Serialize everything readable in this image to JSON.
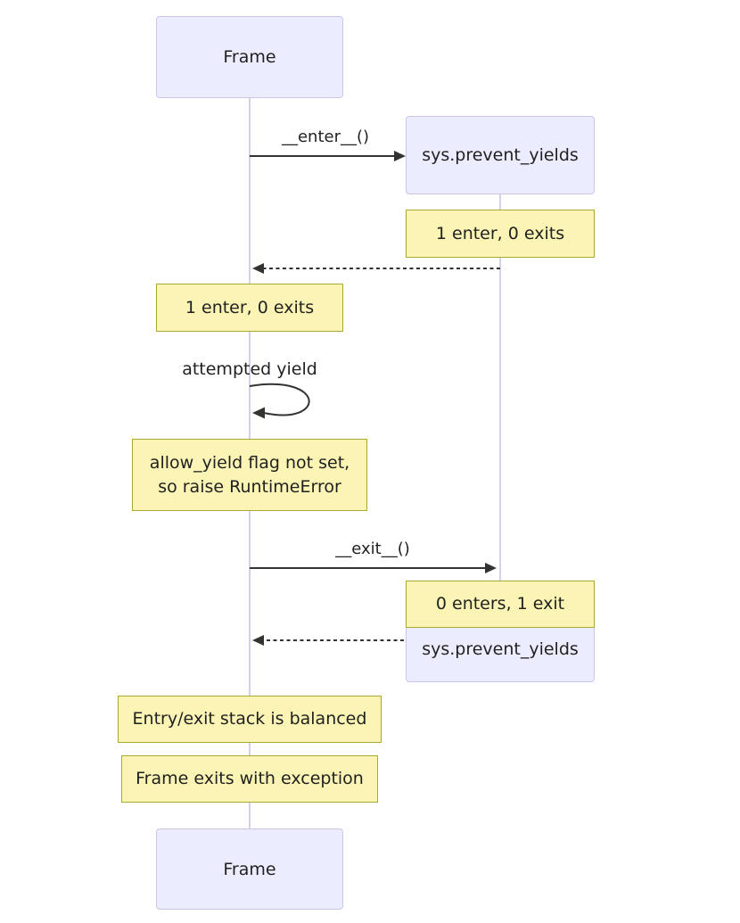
{
  "colors": {
    "background": "#ffffff",
    "actor_fill": "#ECECFF",
    "actor_border": "#CBC5E8",
    "note_fill": "#FBF4B4",
    "note_border": "#AAAA33",
    "message_line": "#333333",
    "lifeline": "#D5D0EC",
    "text": "#1f2020"
  },
  "diagram": {
    "type": "sequence-diagram",
    "actors": {
      "frame": {
        "label": "Frame"
      },
      "sys": {
        "label": "sys.prevent_yields"
      }
    },
    "messages": {
      "enter": {
        "label": "__enter__()",
        "style": "solid",
        "from": "Frame",
        "to": "sys.prevent_yields"
      },
      "return_enter": {
        "label": "",
        "style": "dashed",
        "from": "sys.prevent_yields",
        "to": "Frame"
      },
      "self_yield": {
        "label": "attempted yield",
        "style": "self-loop",
        "from": "Frame",
        "to": "Frame"
      },
      "exit": {
        "label": "__exit__()",
        "style": "solid",
        "from": "Frame",
        "to": "sys.prevent_yields"
      },
      "return_exit": {
        "label": "",
        "style": "dashed",
        "from": "sys.prevent_yields",
        "to": "Frame"
      }
    },
    "notes": {
      "sys_enter": {
        "text": "1 enter, 0 exits",
        "over": "sys.prevent_yields"
      },
      "frame_enter": {
        "text": "1 enter, 0 exits",
        "over": "Frame"
      },
      "frame_error": {
        "text": "allow_yield flag not set,\nso raise RuntimeError",
        "over": "Frame"
      },
      "sys_exit": {
        "text": "0 enters, 1 exit",
        "over": "sys.prevent_yields"
      },
      "frame_balanced": {
        "text": "Entry/exit stack is balanced",
        "over": "Frame"
      },
      "frame_exception": {
        "text": "Frame exits with exception",
        "over": "Frame"
      }
    }
  }
}
